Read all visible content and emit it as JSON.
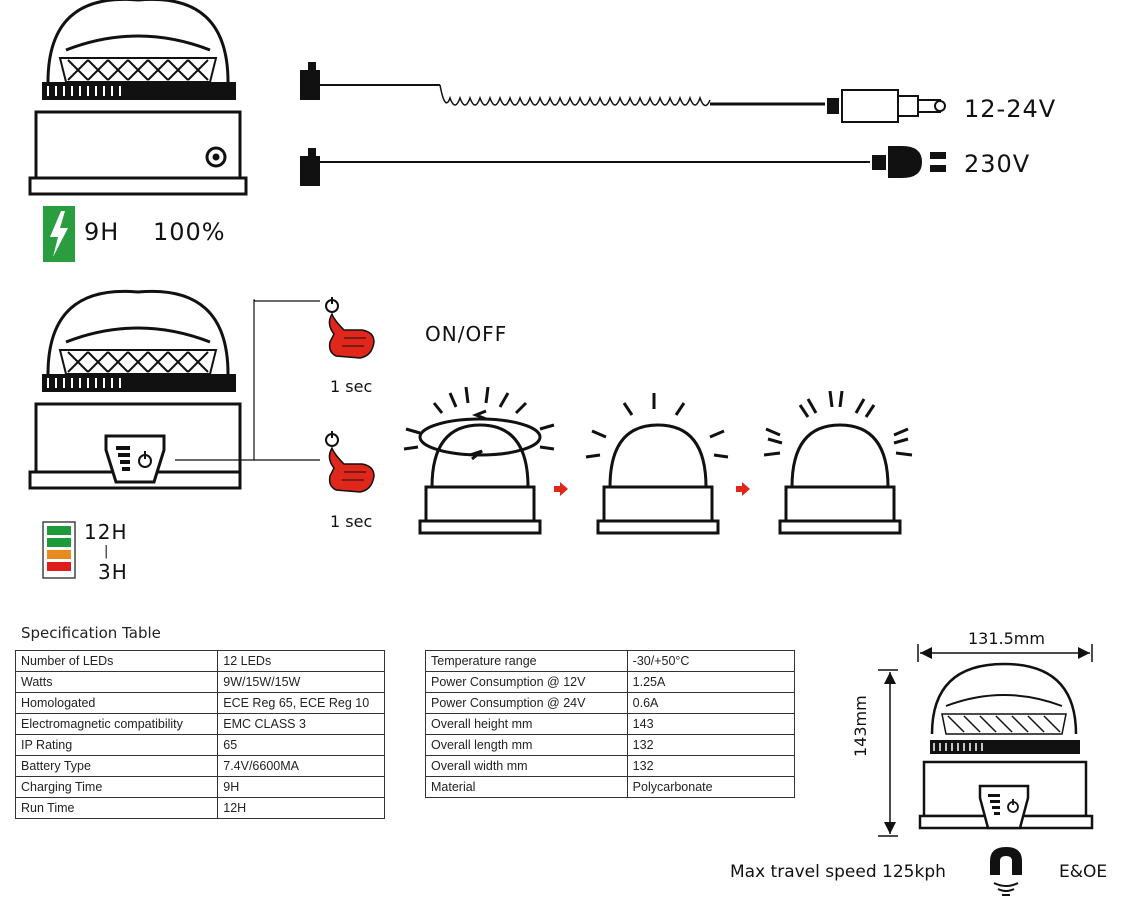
{
  "charging": {
    "cable_12_24v": "12-24V",
    "cable_230v": "230V",
    "charge_time": "9H",
    "charge_level": "100%"
  },
  "operation": {
    "hold_time_top": "1 sec",
    "hold_time_bottom": "1 sec",
    "on_off": "ON/OFF"
  },
  "battery_indicator": {
    "high": "12H",
    "separator": "|",
    "low": "3H",
    "level_colors": [
      "#1f9a3a",
      "#1f9a3a",
      "#e98a1e",
      "#e11b1b"
    ]
  },
  "spec": {
    "title": "Specification Table",
    "left_rows": [
      [
        "Number of LEDs",
        "12 LEDs"
      ],
      [
        "Watts",
        "9W/15W/15W"
      ],
      [
        "Homologated",
        "ECE Reg 65, ECE Reg 10"
      ],
      [
        "Electromagnetic compatibility",
        "EMC CLASS 3"
      ],
      [
        "IP Rating",
        "65"
      ],
      [
        "Battery Type",
        "7.4V/6600MA"
      ],
      [
        "Charging Time",
        "9H"
      ],
      [
        "Run Time",
        "12H"
      ]
    ],
    "right_rows": [
      [
        "Temperature range",
        "-30/+50°C"
      ],
      [
        "Power Consumption @ 12V",
        "1.25A"
      ],
      [
        "Power Consumption @ 24V",
        "0.6A"
      ],
      [
        "Overall height mm",
        "143"
      ],
      [
        "Overall length mm",
        "132"
      ],
      [
        "Overall width mm",
        "132"
      ],
      [
        "Material",
        "Polycarbonate"
      ]
    ]
  },
  "dimensions": {
    "width": "131.5mm",
    "height": "143mm"
  },
  "footer": {
    "max_speed": "Max travel speed 125kph",
    "disclaimer": "E&OE"
  },
  "colors": {
    "battery_green": "#2a9d3e",
    "hand_red": "#e1261c",
    "arrow_red": "#e1261c"
  },
  "icons": [
    "lightning-icon",
    "power-icon",
    "hand-press-icon",
    "magnet-icon",
    "arrow-right-icon"
  ]
}
